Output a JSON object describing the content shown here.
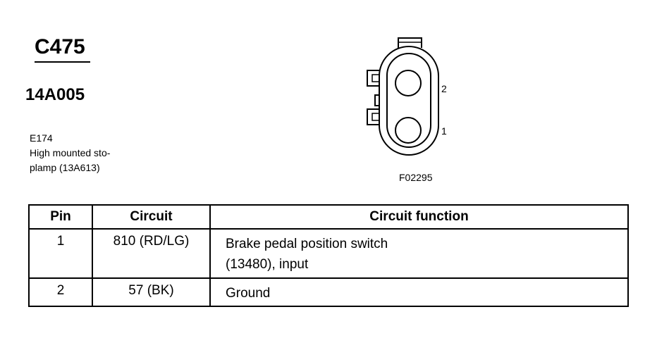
{
  "header": {
    "connector_id": "C475",
    "harness_id": "14A005",
    "component_lines": [
      "E174",
      "High mounted sto-",
      "plamp (13A613)"
    ]
  },
  "connector_diagram": {
    "pin_labels": [
      "2",
      "1"
    ],
    "figure_id": "F02295"
  },
  "table": {
    "headers": [
      "Pin",
      "Circuit",
      "Circuit function"
    ],
    "rows": [
      {
        "pin": "1",
        "circuit": "810 (RD/LG)",
        "function_lines": [
          "Brake pedal position switch",
          "(13480), input"
        ]
      },
      {
        "pin": "2",
        "circuit": "57 (BK)",
        "function_lines": [
          "Ground"
        ]
      }
    ]
  }
}
